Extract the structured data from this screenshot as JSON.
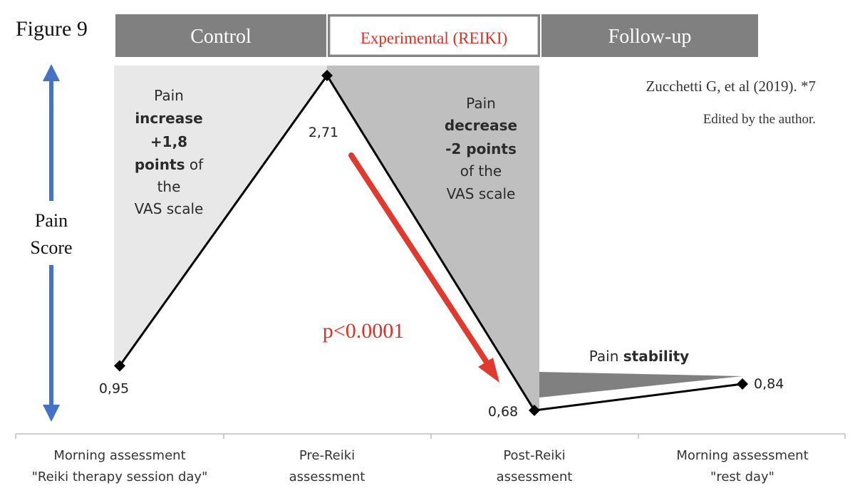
{
  "figure_label": "Figure 9",
  "phases": [
    {
      "label": "Control"
    },
    {
      "label": "Experimental (REIKI)"
    },
    {
      "label": "Follow-up"
    }
  ],
  "citation": "Zucchetti G, et al (2019). *7",
  "edited_note": "Edited by the author.",
  "y_axis_label": [
    "Pain",
    "Score"
  ],
  "annotations": {
    "increase": {
      "lines": [
        [
          {
            "t": "Pain",
            "b": false
          }
        ],
        [
          {
            "t": "increase",
            "b": true
          }
        ],
        [
          {
            "t": "+1,8",
            "b": true
          }
        ],
        [
          {
            "t": "points",
            "b": true
          },
          {
            "t": " of",
            "b": false
          }
        ],
        [
          {
            "t": "the",
            "b": false
          }
        ],
        [
          {
            "t": "VAS scale",
            "b": false
          }
        ]
      ]
    },
    "decrease": {
      "lines": [
        [
          {
            "t": "Pain",
            "b": false
          }
        ],
        [
          {
            "t": "decrease",
            "b": true
          }
        ],
        [
          {
            "t": "-2 points",
            "b": true
          }
        ],
        [
          {
            "t": "of the",
            "b": false
          }
        ],
        [
          {
            "t": "VAS scale",
            "b": false
          }
        ]
      ]
    },
    "stability": [
      {
        "t": "Pain ",
        "b": false
      },
      {
        "t": "stability",
        "b": true
      }
    ],
    "p_value": "p<0.0001"
  },
  "colors": {
    "phase_box": "#808080",
    "experimental_text": "#d9322b",
    "light_fill": "#e8e8e8",
    "medium_fill": "#bfbfbf",
    "dark_fill": "#808080",
    "arrow_blue": "#4472c4",
    "red_arrow": "#e03a2f"
  },
  "chart_data": {
    "type": "line",
    "categories": [
      [
        "Morning assessment",
        "\"Reiki therapy session day\""
      ],
      [
        "Pre-Reiki",
        "assessment"
      ],
      [
        "Post-Reiki",
        "assessment"
      ],
      [
        "Morning assessment",
        "\"rest day\""
      ]
    ],
    "values": [
      0.95,
      2.71,
      0.68,
      0.84
    ],
    "value_labels": [
      "0,95",
      "2,71",
      "0,68",
      "0,84"
    ],
    "ylabel": "Pain Score",
    "marker": "diamond",
    "line_color": "#000000"
  }
}
